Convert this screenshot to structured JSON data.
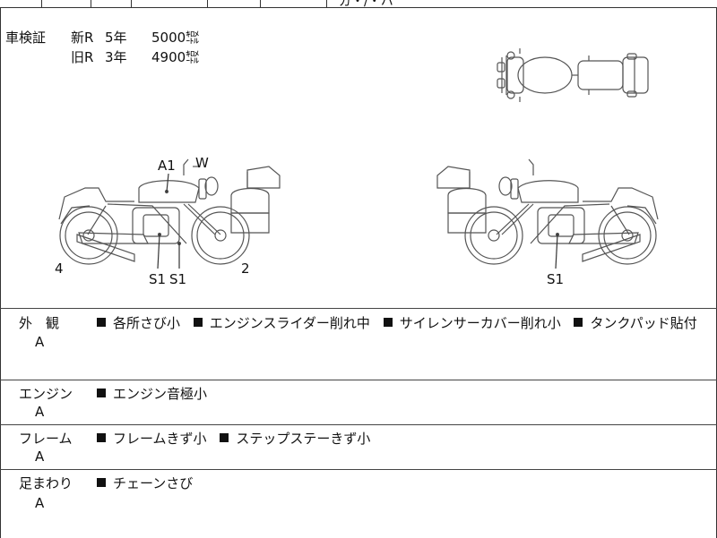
{
  "top_strip": {
    "clipped_text": "ガ・/・ハ"
  },
  "inspection": {
    "label": "車検証",
    "rows": [
      {
        "type": "新R",
        "years": "5年",
        "amount": "5000㌖"
      },
      {
        "type": "旧R",
        "years": "3年",
        "amount": "4900㌖"
      }
    ]
  },
  "diagram": {
    "left_markers": [
      "A1",
      "W",
      "4",
      "2",
      "S1",
      "S1"
    ],
    "right_markers": [
      "S1"
    ]
  },
  "sections": [
    {
      "label": "外　観",
      "grade": "A",
      "items": [
        "各所さび小",
        "エンジンスライダー削れ中",
        "サイレンサーカバー削れ小",
        "タンクパッド貼付"
      ]
    },
    {
      "label": "エンジン",
      "grade": "A",
      "items": [
        "エンジン音極小"
      ]
    },
    {
      "label": "フレーム",
      "grade": "A",
      "items": [
        "フレームきず小",
        "ステップステーきず小"
      ]
    },
    {
      "label": "足まわり",
      "grade": "A",
      "items": [
        "チェーンさび"
      ]
    }
  ],
  "colors": {
    "line": "#555555",
    "text": "#111111"
  }
}
